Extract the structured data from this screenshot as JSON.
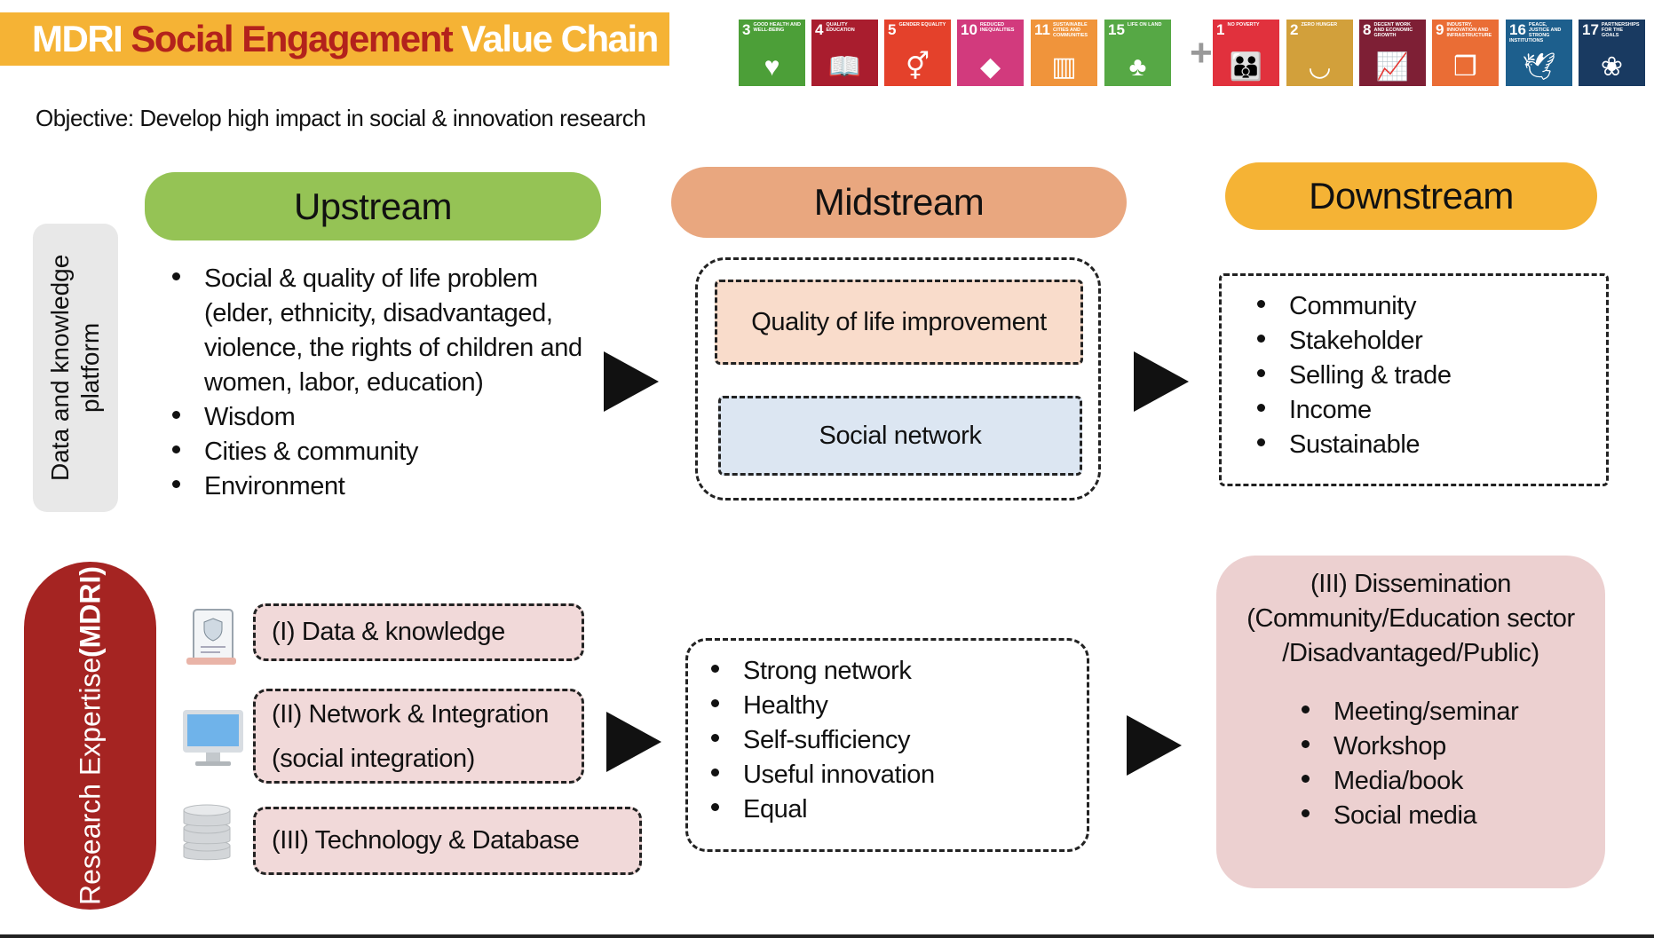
{
  "title": {
    "part1": "MDRI",
    "part2": "Social Engagement",
    "part3": "Value Chain"
  },
  "sdgs": [
    {
      "num": "3",
      "label": "Good Health and Well-Being",
      "color": "#4c9f38",
      "icon": "heartbeat-icon",
      "glyph": "♥"
    },
    {
      "num": "4",
      "label": "Quality Education",
      "color": "#a91d2e",
      "icon": "book-icon",
      "glyph": "📖"
    },
    {
      "num": "5",
      "label": "Gender Equality",
      "color": "#e4412b",
      "icon": "gender-icon",
      "glyph": "⚥"
    },
    {
      "num": "10",
      "label": "Reduced Inequalities",
      "color": "#d23a7d",
      "icon": "equality-icon",
      "glyph": "◆"
    },
    {
      "num": "11",
      "label": "Sustainable Cities and Communities",
      "color": "#f0943b",
      "icon": "buildings-icon",
      "glyph": "▥"
    },
    {
      "num": "15",
      "label": "Life on Land",
      "color": "#56a845",
      "icon": "tree-icon",
      "glyph": "♣"
    },
    {
      "num": "1",
      "label": "No Poverty",
      "color": "#e1313d",
      "icon": "family-icon",
      "glyph": "👪"
    },
    {
      "num": "2",
      "label": "Zero Hunger",
      "color": "#d2a03b",
      "icon": "bowl-icon",
      "glyph": "◡"
    },
    {
      "num": "8",
      "label": "Decent Work and Economic Growth",
      "color": "#7e1f35",
      "icon": "growth-chart-icon",
      "glyph": "📈"
    },
    {
      "num": "9",
      "label": "Industry, Innovation and Infrastructure",
      "color": "#ea6d35",
      "icon": "cubes-icon",
      "glyph": "❒"
    },
    {
      "num": "16",
      "label": "Peace, Justice and Strong Institutions",
      "color": "#1d5f8d",
      "icon": "dove-icon",
      "glyph": "🕊"
    },
    {
      "num": "17",
      "label": "Partnerships for the Goals",
      "color": "#193a61",
      "icon": "rings-icon",
      "glyph": "❀"
    }
  ],
  "plus": "+",
  "objective": "Objective: Develop high impact in social & innovation research",
  "side_label": "Data and knowledge platform",
  "upstream": {
    "label": "Upstream",
    "items": [
      "Social & quality of life problem (elder, ethnicity, disadvantaged, violence, the rights of children and women, labor, education)",
      "Wisdom",
      "Cities & community",
      "Environment"
    ]
  },
  "midstream": {
    "label": "Midstream",
    "box1": "Quality of life improvement",
    "box2": "Social network"
  },
  "downstream": {
    "label": "Downstream",
    "items": [
      "Community",
      "Stakeholder",
      "Selling & trade",
      "Income",
      "Sustainable"
    ]
  },
  "research": {
    "label": "Research Expertise",
    "sub": "(MDRI)",
    "box1": "(I) Data & knowledge",
    "box2a": "(II) Network & Integration",
    "box2b": "(social integration)",
    "box3": "(III) Technology & Database"
  },
  "outcomes": [
    "Strong network",
    "Healthy",
    "Self-sufficiency",
    "Useful innovation",
    "Equal"
  ],
  "dissemination": {
    "title1": "(III) Dissemination",
    "title2": "(Community/Education sector",
    "title3": "/Disadvantaged/Public)",
    "items": [
      "Meeting/seminar",
      "Workshop",
      "Media/book",
      "Social media"
    ]
  },
  "colors": {
    "upstream": "#95c355",
    "midstream": "#e9a77f",
    "downstream": "#f5b335",
    "mdri": "#a52422"
  }
}
